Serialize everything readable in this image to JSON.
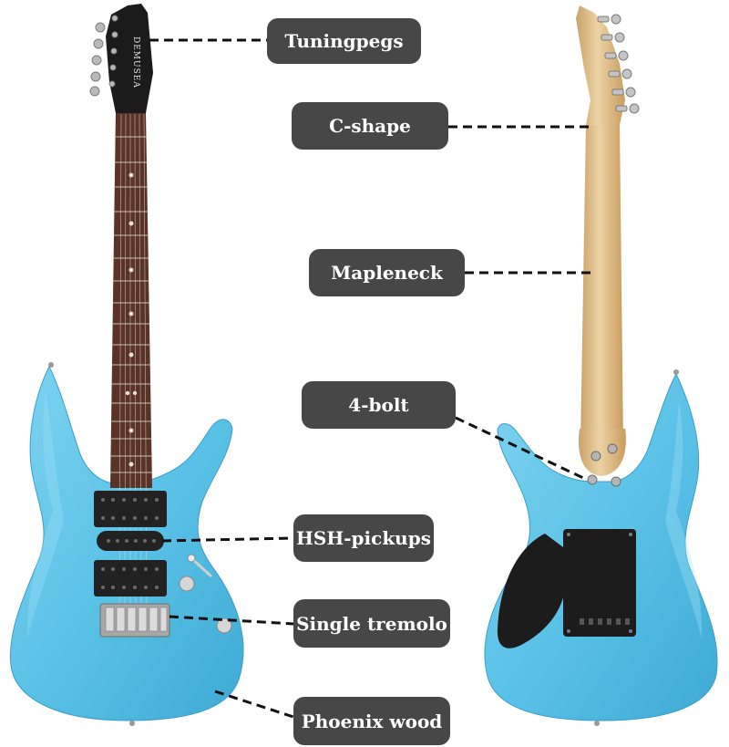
{
  "headstock_brand": "DEMUSEA",
  "colors": {
    "body": "#5bc2e7",
    "label_bg": "#474747",
    "label_text": "#ffffff",
    "fretboard": "#5a3326",
    "maple": "#e3c48d",
    "headstock": "#1b1b1b",
    "pickup": "#222222"
  },
  "labels": {
    "tuningpegs": "Tuningpegs",
    "c_shape": "C-shape",
    "mapleneck": "Mapleneck",
    "four_bolt": "4-bolt",
    "hsh_pickups": "HSH-pickups",
    "single_tremolo": "Single tremolo",
    "phoenix_wood": "Phoenix wood"
  }
}
